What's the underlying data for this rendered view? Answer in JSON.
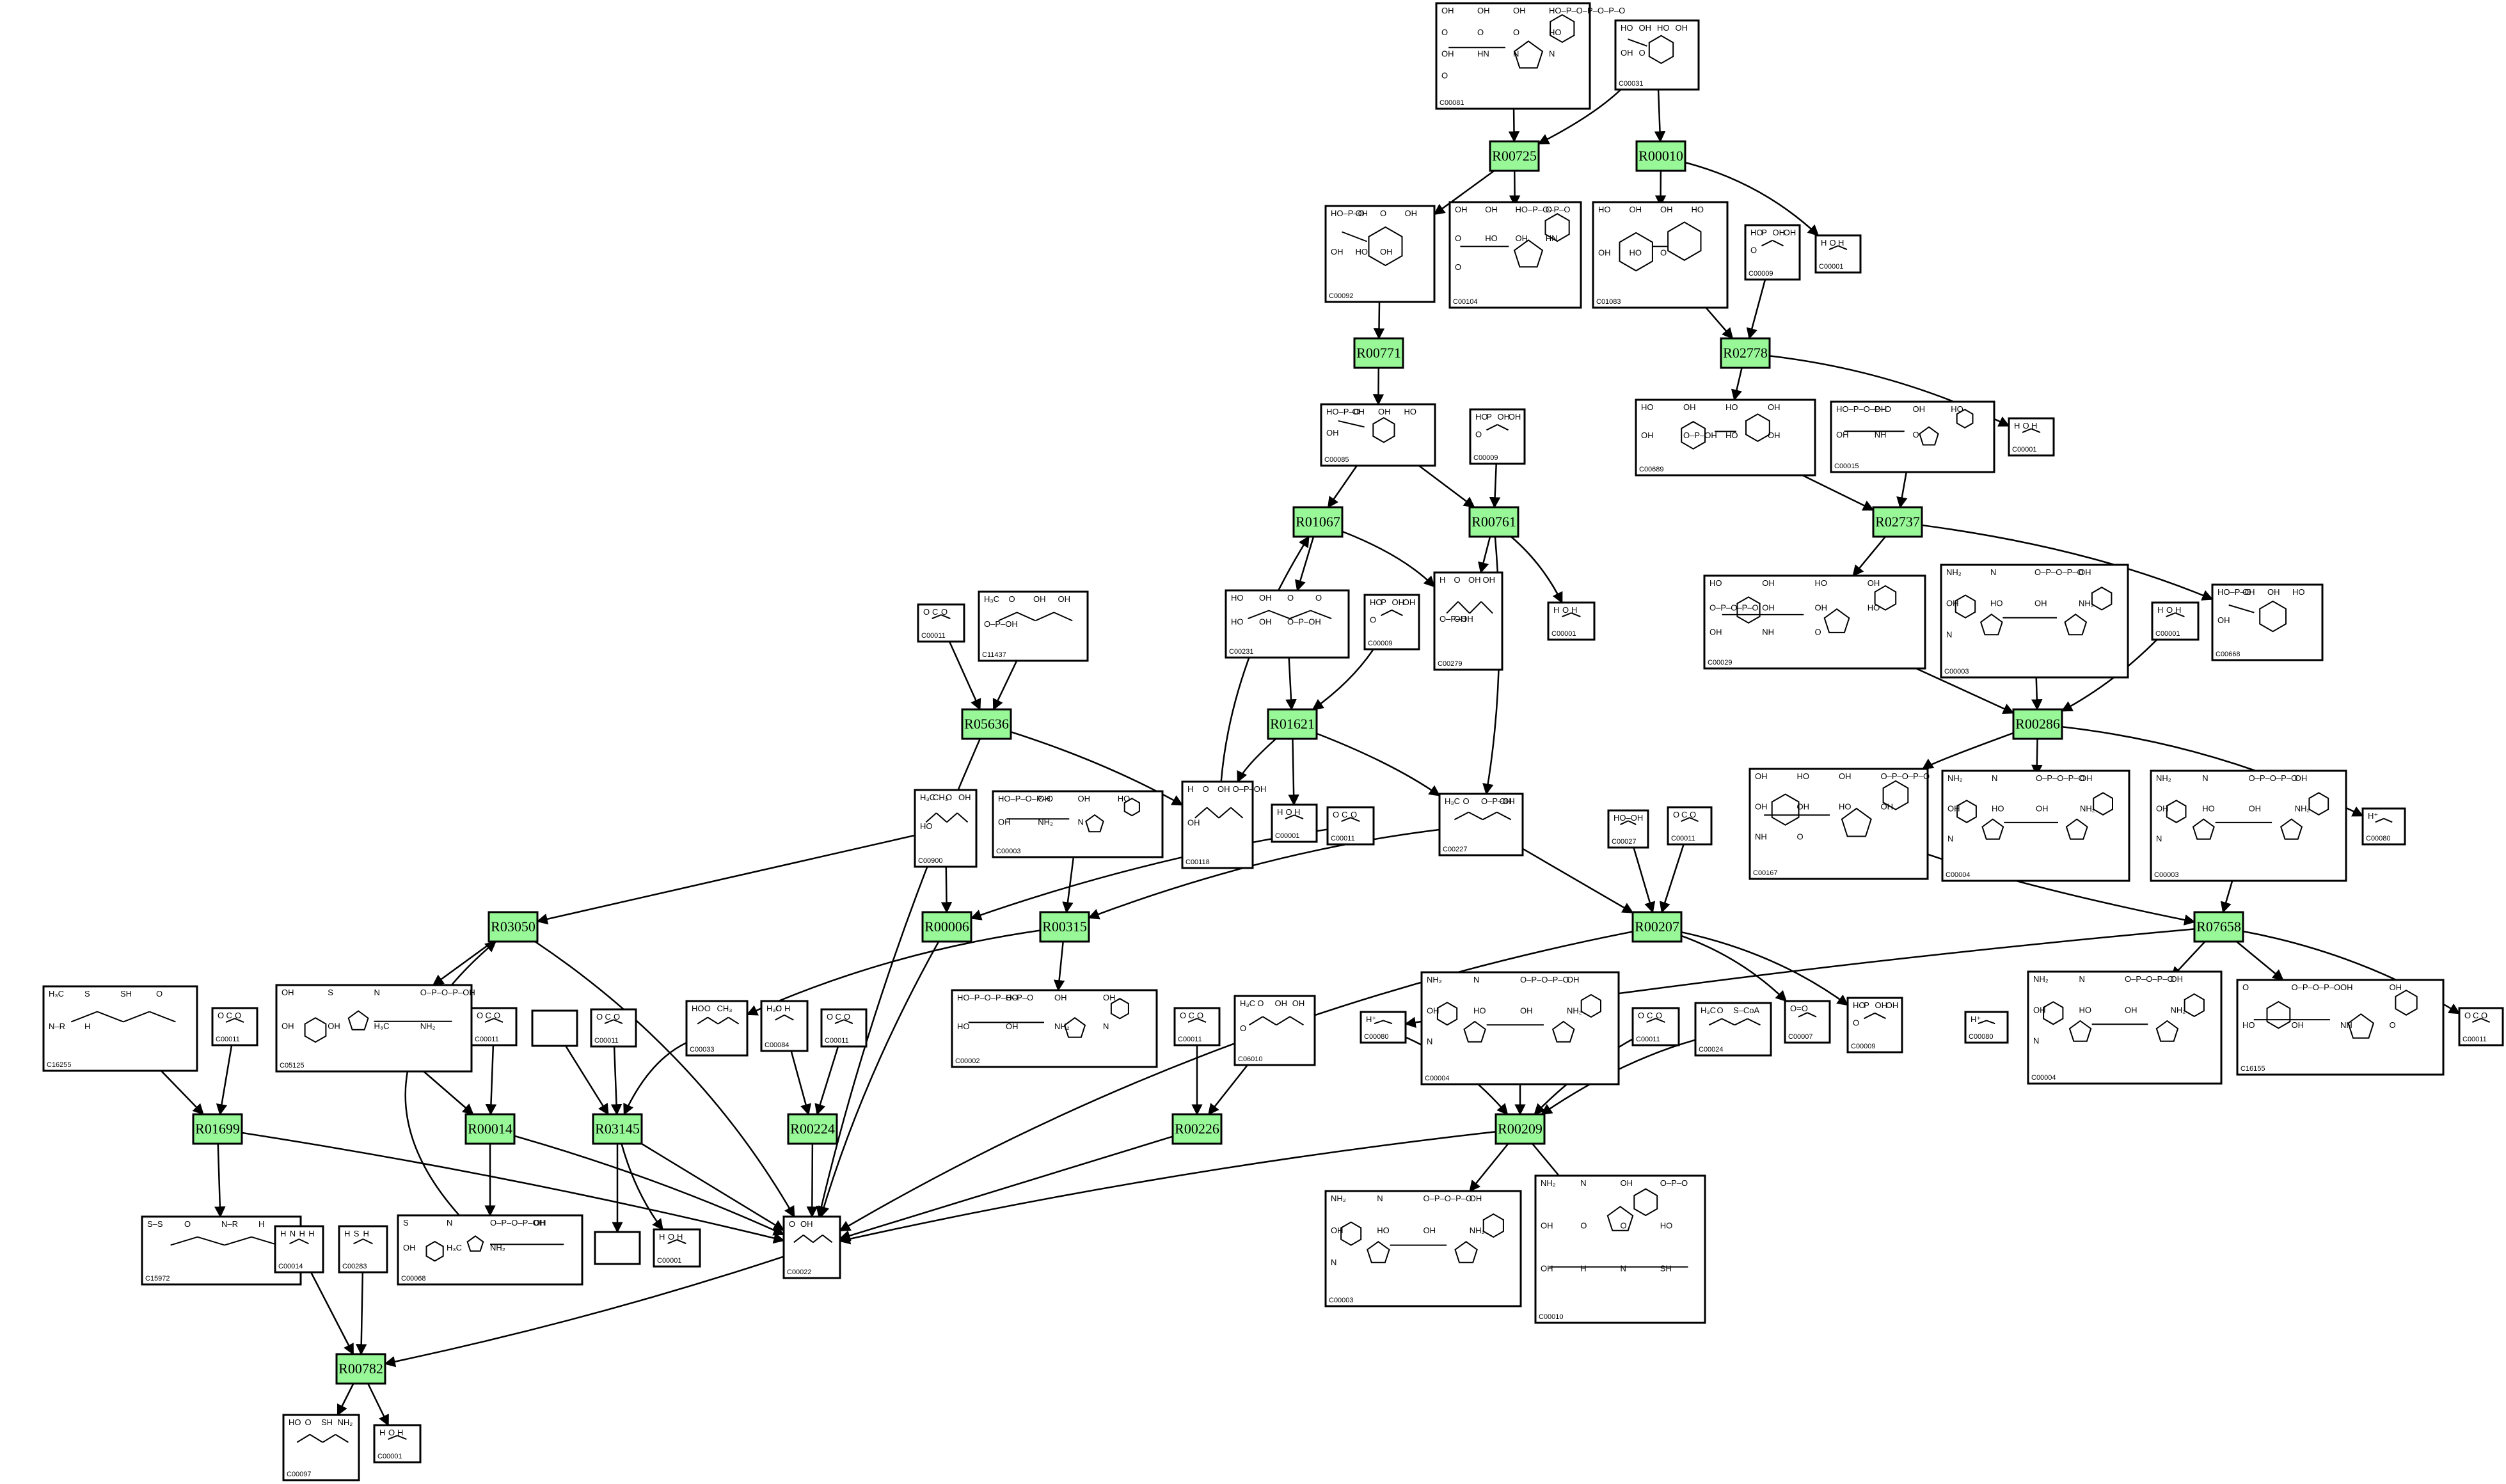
{
  "diagram_type": "metabolic-pathway",
  "reactions": [
    {
      "id": "R00725"
    },
    {
      "id": "R00010"
    },
    {
      "id": "R00771"
    },
    {
      "id": "R02778"
    },
    {
      "id": "R01067"
    },
    {
      "id": "R00761"
    },
    {
      "id": "R02737"
    },
    {
      "id": "R05636"
    },
    {
      "id": "R01621"
    },
    {
      "id": "R00286"
    },
    {
      "id": "R03050"
    },
    {
      "id": "R00006"
    },
    {
      "id": "R00315"
    },
    {
      "id": "R00207"
    },
    {
      "id": "R07658"
    },
    {
      "id": "R01699"
    },
    {
      "id": "R00014"
    },
    {
      "id": "R03145"
    },
    {
      "id": "R00224"
    },
    {
      "id": "R00226"
    },
    {
      "id": "R00209"
    },
    {
      "id": "R00782"
    }
  ],
  "compounds": [
    {
      "key": "c_top_itp",
      "id": "C00081",
      "atoms": [
        "OH",
        "OH",
        "OH",
        "HO–P–O–P–O–P–O",
        "O",
        "O",
        "O",
        "HO",
        "OH",
        "HN",
        "N",
        "N",
        "O"
      ]
    },
    {
      "key": "c_top_treh",
      "id": "C00031",
      "atoms": [
        "HO",
        "OH",
        "HO",
        "OH",
        "OH",
        "O"
      ]
    },
    {
      "key": "c_g6p",
      "id": "C00092",
      "atoms": [
        "HO–P–O",
        "OH",
        "O",
        "OH",
        "OH",
        "HO",
        "OH"
      ]
    },
    {
      "key": "c_idp",
      "id": "C00104",
      "atoms": [
        "OH",
        "OH",
        "HO–P–O–P–O",
        "O",
        "O",
        "HO",
        "OH",
        "HN",
        "O"
      ]
    },
    {
      "key": "c_c01083",
      "id": "C01083",
      "atoms": [
        "HO",
        "OH",
        "OH",
        "HO",
        "OH",
        "HO",
        "O"
      ]
    },
    {
      "key": "c_pi_a",
      "id": "C00009",
      "atoms": [
        "HO",
        "P",
        "OH",
        "OH",
        "O"
      ]
    },
    {
      "key": "c_h2o_a",
      "id": "C00001",
      "atoms": [
        "H",
        "O",
        "H"
      ]
    },
    {
      "key": "c_f16",
      "id": "C00085",
      "atoms": [
        "HO–P–O",
        "OH",
        "OH",
        "HO",
        "OH"
      ]
    },
    {
      "key": "c_pi_b",
      "id": "C00009",
      "atoms": [
        "HO",
        "P",
        "OH",
        "OH",
        "O"
      ]
    },
    {
      "key": "c_c00689",
      "id": "C00689",
      "atoms": [
        "HO",
        "OH",
        "HO",
        "OH",
        "OH",
        "O–P–OH",
        "HO",
        "OH"
      ]
    },
    {
      "key": "c_udp",
      "id": "C00015",
      "atoms": [
        "HO–P–O–P–O",
        "OH",
        "OH",
        "HO",
        "OH",
        "NH",
        "O"
      ]
    },
    {
      "key": "c_h2o_b",
      "id": "C00001",
      "atoms": [
        "H",
        "O",
        "H"
      ]
    },
    {
      "key": "c_co2_a",
      "id": "C00011",
      "atoms": [
        "O",
        "C",
        "O"
      ]
    },
    {
      "key": "c_c11437",
      "id": "C11437",
      "atoms": [
        "H₃C",
        "O",
        "OH",
        "OH",
        "O–P–OH"
      ]
    },
    {
      "key": "c_c00231",
      "id": "C00231",
      "atoms": [
        "HO",
        "OH",
        "O",
        "O",
        "HO",
        "OH",
        "O–P–OH"
      ]
    },
    {
      "key": "c_pi_c",
      "id": "C00009",
      "atoms": [
        "HO",
        "P",
        "OH",
        "OH",
        "O"
      ]
    },
    {
      "key": "c_c00279",
      "id": "C00279",
      "atoms": [
        "H",
        "O",
        "OH",
        "OH",
        "O–P–OH",
        "OH"
      ]
    },
    {
      "key": "c_h2o_c",
      "id": "C00001",
      "atoms": [
        "H",
        "O",
        "H"
      ]
    },
    {
      "key": "c_c00029",
      "id": "C00029",
      "atoms": [
        "HO",
        "OH",
        "HO",
        "OH",
        "O–P–O–P–O",
        "OH",
        "OH",
        "HO",
        "OH",
        "NH",
        "O"
      ]
    },
    {
      "key": "c_nad_a",
      "id": "C00003",
      "atoms": [
        "NH₂",
        "N",
        "O–P–O–P–O",
        "OH",
        "OH",
        "HO",
        "OH",
        "NH₂",
        "N"
      ]
    },
    {
      "key": "c_h2o_d",
      "id": "C00001",
      "atoms": [
        "H",
        "O",
        "H"
      ]
    },
    {
      "key": "c_c00668",
      "id": "C00668",
      "atoms": [
        "HO–P–O",
        "OH",
        "OH",
        "HO",
        "OH"
      ]
    },
    {
      "key": "c_c00900",
      "id": "C00900",
      "atoms": [
        "H₃C",
        "CH₃",
        "O",
        "OH",
        "HO"
      ]
    },
    {
      "key": "c_c00003_b",
      "id": "C00003",
      "atoms": [
        "HO–P–O–P–O",
        "OH",
        "OH",
        "HO",
        "OH",
        "NH₂",
        "N"
      ]
    },
    {
      "key": "c_c00118",
      "id": "C00118",
      "atoms": [
        "H",
        "O",
        "OH",
        "O–P–OH",
        "OH"
      ]
    },
    {
      "key": "c_h2o_e",
      "id": "C00001",
      "atoms": [
        "H",
        "O",
        "H"
      ]
    },
    {
      "key": "c_co2_b",
      "id": "C00011",
      "atoms": [
        "O",
        "C",
        "O"
      ]
    },
    {
      "key": "c_c00227",
      "id": "C00227",
      "atoms": [
        "H₃C",
        "O",
        "O–P–OH",
        "OH"
      ]
    },
    {
      "key": "c_c00027",
      "id": "C00027",
      "atoms": [
        "HO–OH"
      ]
    },
    {
      "key": "c_co2_c",
      "id": "C00011",
      "atoms": [
        "O",
        "C",
        "O"
      ]
    },
    {
      "key": "c_c00167",
      "id": "C00167",
      "atoms": [
        "OH",
        "HO",
        "OH",
        "O–P–O–P–O",
        "OH",
        "OH",
        "HO",
        "OH",
        "NH",
        "O"
      ]
    },
    {
      "key": "c_nadh_a",
      "id": "C00004",
      "atoms": [
        "NH₂",
        "N",
        "O–P–O–P–O",
        "OH",
        "OH",
        "HO",
        "OH",
        "NH₂",
        "N"
      ]
    },
    {
      "key": "c_nad_c",
      "id": "C00003",
      "atoms": [
        "NH₂",
        "N",
        "O–P–O–P–O",
        "OH",
        "OH",
        "HO",
        "OH",
        "NH₂",
        "N"
      ]
    },
    {
      "key": "c_hplus_a",
      "id": "C00080",
      "atoms": [
        "H⁺"
      ]
    },
    {
      "key": "c_c16255",
      "id": "C16255",
      "atoms": [
        "H₃C",
        "S",
        "SH",
        "O",
        "N–R",
        "H"
      ]
    },
    {
      "key": "c_co2_d",
      "id": "C00011",
      "atoms": [
        "O",
        "C",
        "O"
      ]
    },
    {
      "key": "c_c05125",
      "id": "C05125",
      "atoms": [
        "OH",
        "S",
        "N",
        "O–P–O–P–OH",
        "OH",
        "OH",
        "H₃C",
        "NH₂"
      ]
    },
    {
      "key": "c_co2_e",
      "id": "C00011",
      "atoms": [
        "O",
        "C",
        "O"
      ]
    },
    {
      "key": "c_empty_a",
      "id": "",
      "atoms": []
    },
    {
      "key": "c_co2_f",
      "id": "C00011",
      "atoms": [
        "O",
        "C",
        "O"
      ]
    },
    {
      "key": "c_c00033",
      "id": "C00033",
      "atoms": [
        "HO",
        "O",
        "CH₃"
      ]
    },
    {
      "key": "c_c00084",
      "id": "C00084",
      "atoms": [
        "H₃C",
        "O",
        "H"
      ]
    },
    {
      "key": "c_co2_g",
      "id": "C00011",
      "atoms": [
        "O",
        "C",
        "O"
      ]
    },
    {
      "key": "c_c00002",
      "id": "C00002",
      "atoms": [
        "HO–P–O–P–O–P–O",
        "HO",
        "OH",
        "OH",
        "HO",
        "OH",
        "NH₂",
        "N"
      ]
    },
    {
      "key": "c_co2_h",
      "id": "C00011",
      "atoms": [
        "O",
        "C",
        "O"
      ]
    },
    {
      "key": "c_c06010",
      "id": "C06010",
      "atoms": [
        "H₃C",
        "O",
        "OH",
        "OH",
        "O"
      ]
    },
    {
      "key": "c_hplus_b",
      "id": "C00080",
      "atoms": [
        "H⁺"
      ]
    },
    {
      "key": "c_nadh_b",
      "id": "C00004",
      "atoms": [
        "NH₂",
        "N",
        "O–P–O–P–O",
        "OH",
        "OH",
        "HO",
        "OH",
        "NH₂",
        "N"
      ]
    },
    {
      "key": "c_co2_i",
      "id": "C00011",
      "atoms": [
        "O",
        "C",
        "O"
      ]
    },
    {
      "key": "c_c00024",
      "id": "C00024",
      "atoms": [
        "H₃C",
        "O",
        "S–CoA"
      ]
    },
    {
      "key": "c_o2",
      "id": "C00007",
      "atoms": [
        "O=O"
      ]
    },
    {
      "key": "c_pi_d",
      "id": "C00009",
      "atoms": [
        "HO",
        "P",
        "OH",
        "OH",
        "O"
      ]
    },
    {
      "key": "c_hplus_c",
      "id": "C00080",
      "atoms": [
        "H⁺"
      ]
    },
    {
      "key": "c_nadh_c",
      "id": "C00004",
      "atoms": [
        "NH₂",
        "N",
        "O–P–O–P–O",
        "OH",
        "OH",
        "HO",
        "OH",
        "NH₂",
        "N"
      ]
    },
    {
      "key": "c_c16155",
      "id": "C16155",
      "atoms": [
        "O",
        "O–P–O–P–O",
        "OH",
        "OH",
        "HO",
        "OH",
        "NH",
        "O"
      ]
    },
    {
      "key": "c_co2_j",
      "id": "C00011",
      "atoms": [
        "O",
        "C",
        "O"
      ]
    },
    {
      "key": "c_c15972",
      "id": "C15972",
      "atoms": [
        "S–S",
        "O",
        "N–R",
        "H"
      ]
    },
    {
      "key": "c_c00068",
      "id": "C00068",
      "atoms": [
        "S",
        "N",
        "O–P–O–P–OH",
        "OH",
        "OH",
        "H₃C",
        "NH₂"
      ]
    },
    {
      "key": "c_empty_b",
      "id": "",
      "atoms": []
    },
    {
      "key": "c_h2o_f",
      "id": "C00001",
      "atoms": [
        "H",
        "O",
        "H"
      ]
    },
    {
      "key": "c_c00022",
      "id": "C00022",
      "atoms": [
        "O",
        "OH"
      ]
    },
    {
      "key": "c_nad_d",
      "id": "C00003",
      "atoms": [
        "NH₂",
        "N",
        "O–P–O–P–O",
        "OH",
        "OH",
        "HO",
        "OH",
        "NH₂",
        "N"
      ]
    },
    {
      "key": "c_c00010",
      "id": "C00010",
      "atoms": [
        "NH₂",
        "N",
        "OH",
        "O–P–O",
        "OH",
        "O",
        "O",
        "HO",
        "OH",
        "H",
        "N",
        "SH"
      ]
    },
    {
      "key": "c_c00014",
      "id": "C00014",
      "atoms": [
        "H",
        "N",
        "H",
        "H"
      ]
    },
    {
      "key": "c_c00283",
      "id": "C00283",
      "atoms": [
        "H",
        "S",
        "H"
      ]
    },
    {
      "key": "c_c00097",
      "id": "C00097",
      "atoms": [
        "HO",
        "O",
        "SH",
        "NH₂"
      ]
    },
    {
      "key": "c_h2o_g",
      "id": "C00001",
      "atoms": [
        "H",
        "O",
        "H"
      ]
    }
  ]
}
